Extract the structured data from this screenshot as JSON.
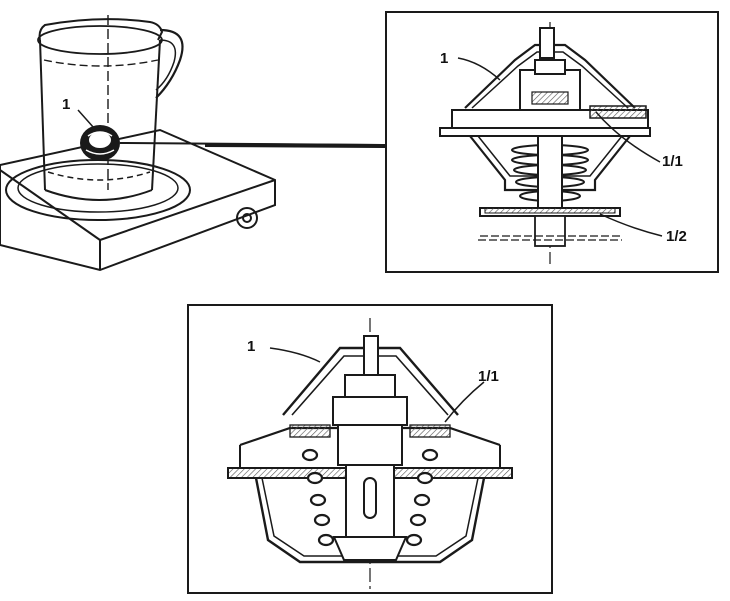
{
  "labels": {
    "jug_part": "1",
    "detail_part": "1",
    "detail_valve": "1/1",
    "detail_plate": "1/2",
    "bottom_part": "1",
    "bottom_valve": "1/1"
  },
  "colors": {
    "ink": "#1a1a1a",
    "hatch": "#555555",
    "paper": "#ffffff"
  }
}
